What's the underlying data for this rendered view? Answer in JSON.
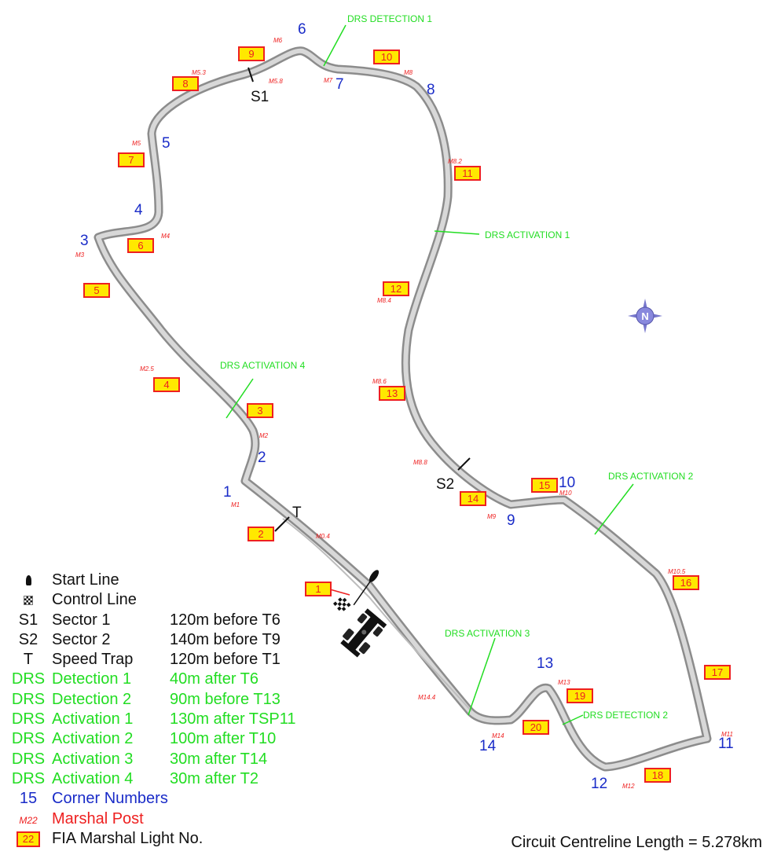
{
  "colors": {
    "track": "#9a9a9a",
    "corner": "#1a2cc8",
    "marshal": "#ee2020",
    "drs": "#22dd22",
    "light_fill": "#ffe800",
    "light_border": "#ee2020"
  },
  "corners": [
    "1",
    "2",
    "3",
    "4",
    "5",
    "6",
    "7",
    "8",
    "9",
    "10",
    "11",
    "12",
    "13",
    "14"
  ],
  "marshal_posts": [
    "M1",
    "M2",
    "M2.5",
    "M3",
    "M4",
    "M5",
    "M5.3",
    "M5.8",
    "M6",
    "M7",
    "M8",
    "M8.2",
    "M8.4",
    "M8.6",
    "M8.8",
    "M9",
    "M10",
    "M10.5",
    "M11",
    "M12",
    "M13",
    "M14",
    "M14.4",
    "M0.4"
  ],
  "fia_lights": [
    "1",
    "2",
    "3",
    "4",
    "5",
    "6",
    "7",
    "8",
    "9",
    "10",
    "11",
    "12",
    "13",
    "14",
    "15",
    "16",
    "17",
    "18",
    "19",
    "20"
  ],
  "drs_labels": [
    "DRS DETECTION 1",
    "DRS ACTIVATION 1",
    "DRS ACTIVATION 4",
    "DRS ACTIVATION 2",
    "DRS ACTIVATION 3",
    "DRS DETECTION 2"
  ],
  "markers": [
    "S1",
    "S2",
    "T"
  ],
  "compass": "N",
  "legend": [
    {
      "symbol": "",
      "label": "Start Line",
      "desc": "",
      "color": "black",
      "icon": "start-line-icon"
    },
    {
      "symbol": "",
      "label": "Control Line",
      "desc": "",
      "color": "black",
      "icon": "control-line-icon"
    },
    {
      "symbol": "S1",
      "label": "Sector 1",
      "desc": "120m before T6",
      "color": "black"
    },
    {
      "symbol": "S2",
      "label": "Sector 2",
      "desc": "140m before T9",
      "color": "black"
    },
    {
      "symbol": "T",
      "label": "Speed Trap",
      "desc": "120m before T1",
      "color": "black"
    },
    {
      "symbol": "DRS",
      "label": "Detection 1",
      "desc": "40m after T6",
      "color": "green"
    },
    {
      "symbol": "DRS",
      "label": "Detection 2",
      "desc": "90m before T13",
      "color": "green"
    },
    {
      "symbol": "DRS",
      "label": "Activation 1",
      "desc": "130m after TSP11",
      "color": "green"
    },
    {
      "symbol": "DRS",
      "label": "Activation 2",
      "desc": "100m after T10",
      "color": "green"
    },
    {
      "symbol": "DRS",
      "label": "Activation 3",
      "desc": "30m after T14",
      "color": "green"
    },
    {
      "symbol": "DRS",
      "label": "Activation 4",
      "desc": "30m after T2",
      "color": "green"
    },
    {
      "symbol": "15",
      "label": "Corner Numbers",
      "desc": "",
      "color": "blue"
    },
    {
      "symbol": "M22",
      "label": "Marshal Post",
      "desc": "",
      "color": "red",
      "icon": "marshal-symbol"
    },
    {
      "symbol": "22",
      "label": "FIA Marshal Light No.",
      "desc": "",
      "color": "black",
      "icon": "light-symbol"
    }
  ],
  "length_text": "Circuit Centreline Length = 5.278km"
}
